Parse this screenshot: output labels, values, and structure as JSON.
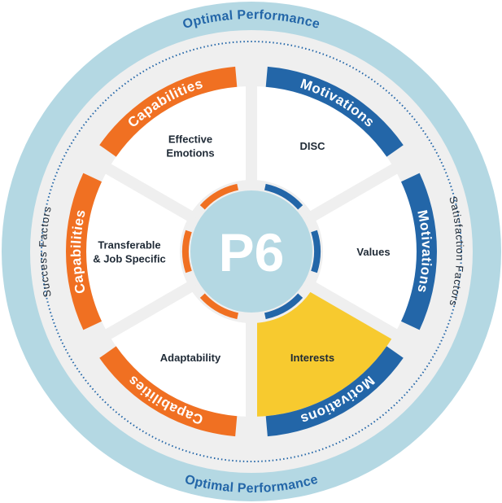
{
  "colors": {
    "orange": "#f07022",
    "blue": "#2366a8",
    "light_blue": "#b4d8e3",
    "yellow": "#f7ca2f",
    "gray": "#efefef",
    "white": "#ffffff"
  },
  "center_label": "P6",
  "ring_top": "Optimal Performance",
  "ring_bottom": "Optimal Performance",
  "side_left": "Success  Factors",
  "side_right": "Satisfaction  Factors",
  "segments": [
    {
      "label": [
        "DISC"
      ],
      "band": "Motivations",
      "color": "blue",
      "fill": "white"
    },
    {
      "label": [
        "Values"
      ],
      "band": "Motivations",
      "color": "blue",
      "fill": "white"
    },
    {
      "label": [
        "Interests"
      ],
      "band": "Motivations",
      "color": "blue",
      "fill": "yellow"
    },
    {
      "label": [
        "Adaptability"
      ],
      "band": "Capabilities",
      "color": "orange",
      "fill": "white"
    },
    {
      "label": [
        "Transferable",
        "& Job Specific"
      ],
      "band": "Capabilities",
      "color": "orange",
      "fill": "white"
    },
    {
      "label": [
        "Effective",
        "Emotions"
      ],
      "band": "Capabilities",
      "color": "orange",
      "fill": "white"
    }
  ]
}
